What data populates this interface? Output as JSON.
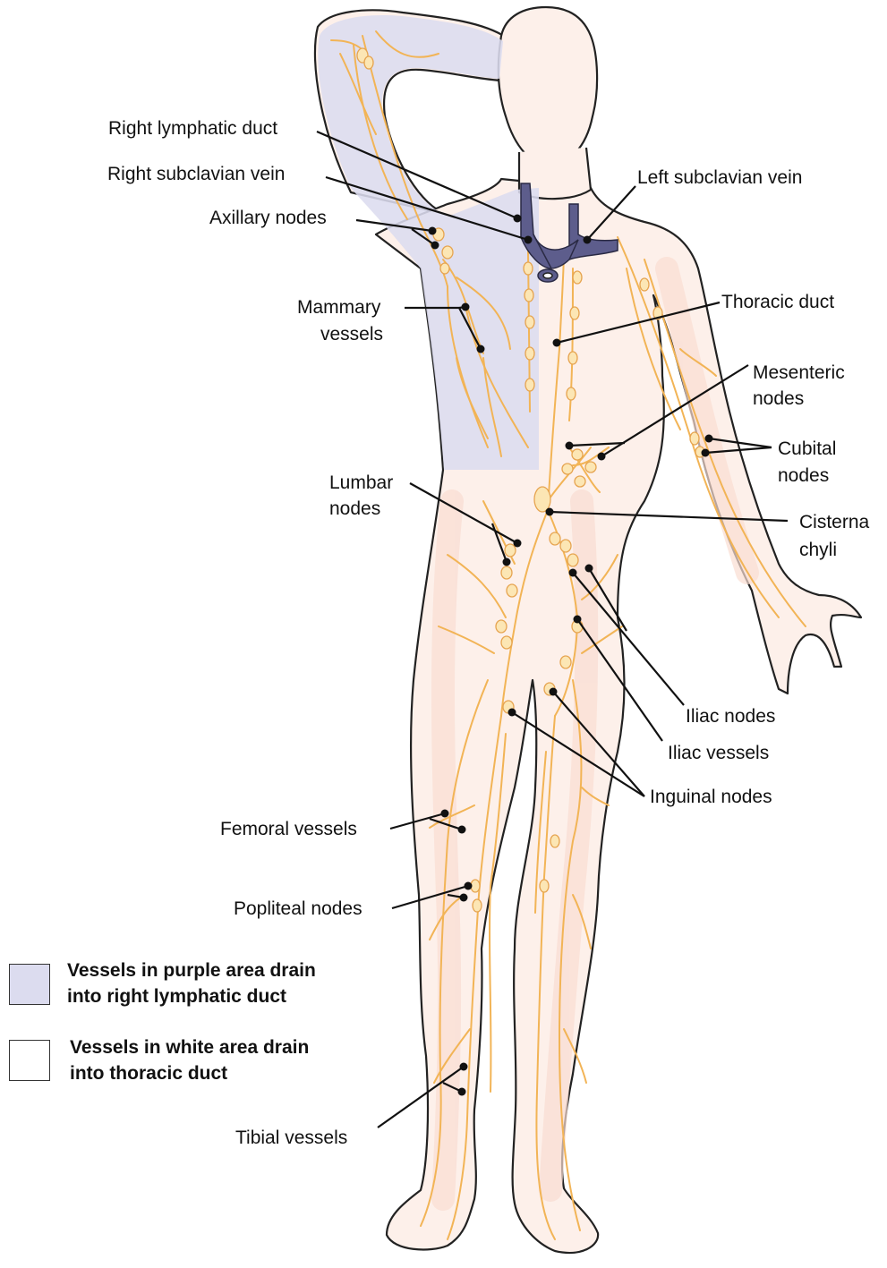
{
  "labels": {
    "right_lymphatic_duct": "Right lymphatic duct",
    "right_subclavian_vein": "Right subclavian vein",
    "left_subclavian_vein": "Left subclavian vein",
    "axillary_nodes": "Axillary nodes",
    "mammary_vessels_1": "Mammary",
    "mammary_vessels_2": "vessels",
    "thoracic_duct": "Thoracic duct",
    "mesenteric_nodes_1": "Mesenteric",
    "mesenteric_nodes_2": "nodes",
    "cubital_nodes_1": "Cubital",
    "cubital_nodes_2": "nodes",
    "lumbar_nodes_1": "Lumbar",
    "lumbar_nodes_2": "nodes",
    "cisterna_chyli_1": "Cisterna",
    "cisterna_chyli_2": "chyli",
    "iliac_nodes": "Iliac nodes",
    "iliac_vessels": "Iliac vessels",
    "inguinal_nodes": "Inguinal nodes",
    "femoral_vessels": "Femoral vessels",
    "popliteal_nodes": "Popliteal nodes",
    "tibial_vessels": "Tibial vessels"
  },
  "legend": {
    "purple": {
      "line1": "Vessels in purple area drain",
      "line2": "into right lymphatic duct",
      "color": "#dcdcef"
    },
    "white": {
      "line1": "Vessels in white area drain",
      "line2": "into thoracic duct",
      "color": "#ffffff"
    }
  },
  "colors": {
    "skin": "#fdf0ea",
    "skin_shadow": "#f9ddd2",
    "outline": "#222222",
    "purple_region": "#dcdcef",
    "lymph": "#f2b456",
    "node_fill": "#fce6b4",
    "vein": "#5d5d8c"
  }
}
